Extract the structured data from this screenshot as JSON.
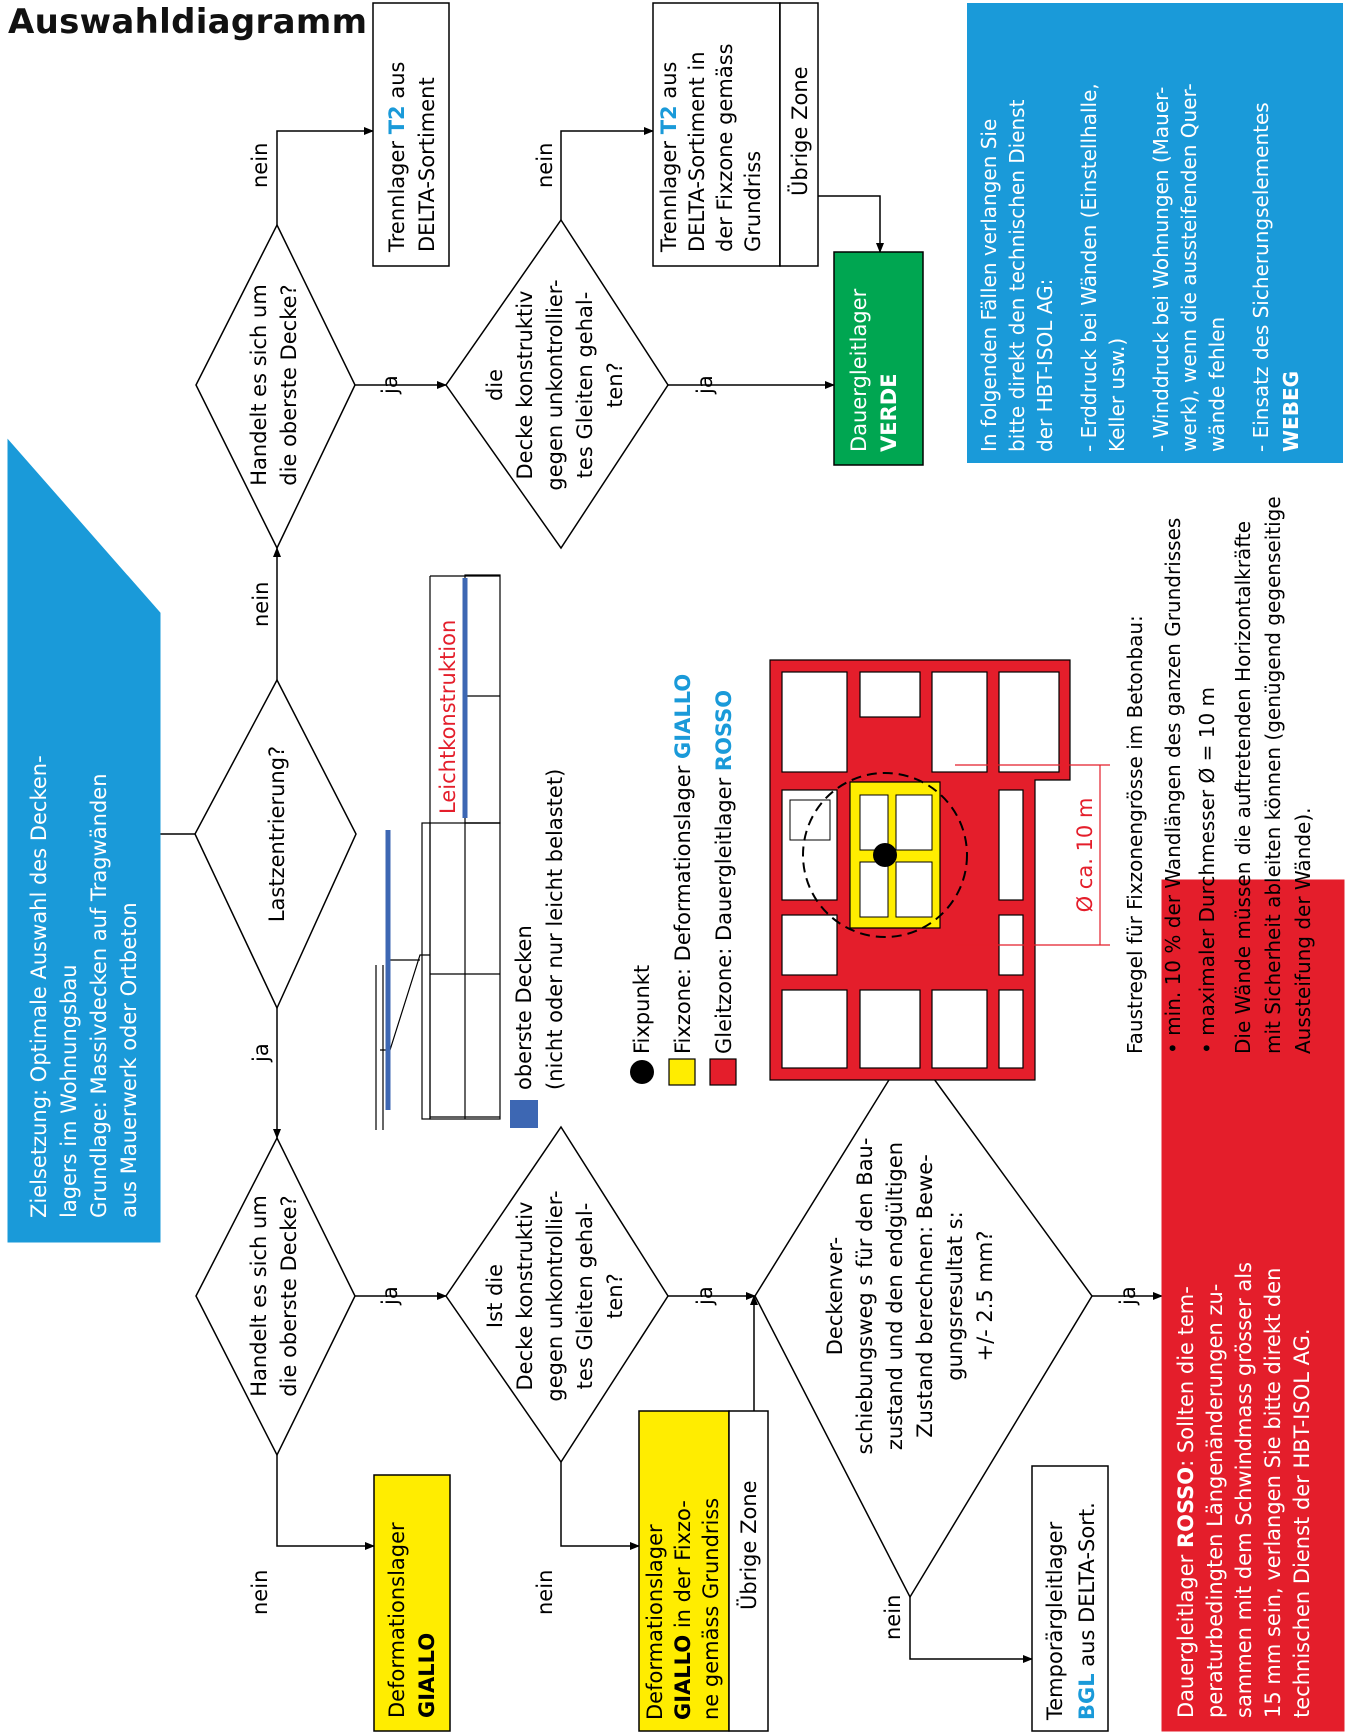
{
  "title": "Auswahldiagramm",
  "colors": {
    "blue": "#1a9ad9",
    "yellow": "#ffed00",
    "red": "#e41e2b",
    "green": "#00a651",
    "slab_blue": "#3d67b3",
    "accent": "#1a9ad9"
  },
  "start": {
    "lines": [
      "Zielsetzung: Optimale Auswahl des Decken-",
      "lagers im Wohnungsbau",
      "Grundlage: Massivdecken auf Tragwänden",
      "aus Mauerwerk oder Ortbeton"
    ]
  },
  "decision_load": {
    "text": "Lastzentrierung?"
  },
  "branch_left": {
    "q_top": {
      "lines": [
        "Handelt es sich um",
        "die oberste Decke?"
      ]
    },
    "q_slide": {
      "lines": [
        "Ist die",
        "Decke konstruktiv",
        "gegen unkontrollier-",
        "tes Gleiten gehal-",
        "ten?"
      ]
    },
    "q_calc": {
      "lines": [
        "Decken­ver-",
        "schiebungsweg s für den Bau-",
        "zustand und den endgültigen",
        "Zustand berechnen: Bewe-",
        "gungsresultat s:",
        "+/- 2.5 mm?"
      ]
    },
    "box_giallo": {
      "line1": "Deformationslager",
      "line2": "GIALLO"
    },
    "box_fix": {
      "l1": "Deformationslager",
      "l2a": "GIALLO",
      "l2b": " in der Fixzo-",
      "l3": "ne gemäss Grundriss",
      "l4": "Übrige Zone"
    },
    "box_bgl": {
      "line1": "Temporärgleitlager",
      "bold": "BGL",
      "rest": " aus DELTA-Sort."
    },
    "box_rosso": {
      "bold": "ROSSO",
      "lines": [
        "Dauergleitlager ",
        ": Sollten die tem-",
        "peraturbedingten Längenänderungen zu-",
        "sammen mit dem Schwindmass grösser als",
        "15 mm sein, verlangen Sie bitte direkt den",
        "technischen Dienst der HBT-ISOL AG."
      ]
    }
  },
  "branch_right": {
    "q_top": {
      "lines": [
        "Handelt es sich um",
        "die oberste Decke?"
      ]
    },
    "q_slide": {
      "lines": [
        "die",
        "Decke konstruktiv",
        "gegen unkontrollier-",
        "tes Gleiten gehal-",
        "ten?"
      ]
    },
    "box_t2": {
      "l1a": "Trennlager ",
      "l1b": "T2",
      "l1c": " aus",
      "l2": "DELTA-Sortiment"
    },
    "box_t2fix": {
      "l1a": "Trennlager ",
      "l1b": "T2",
      "l1c": " aus",
      "l2": "DELTA-Sortiment in",
      "l3": "der Fixzone gemäss",
      "l4": "Grundriss",
      "l5": "Übrige Zone"
    },
    "box_verde": {
      "line1": "Dauergleitlager",
      "line2": "VERDE"
    }
  },
  "labels": {
    "ja": "ja",
    "nein": "nein"
  },
  "legend": {
    "roof_top": "oberste Decken",
    "roof_sub": "(nicht oder nur leicht belastet)",
    "light": "Leichtkonstruktion",
    "fixpunkt": "Fixpunkt",
    "fixzone_a": "Fixzone: Deformationslager ",
    "fixzone_b": "GIALLO",
    "gleitzone_a": "Gleitzone: Dauergleitlager ",
    "gleitzone_b": "ROSSO",
    "diameter": "Ø ca. 10 m"
  },
  "rule": {
    "head": "Faustregel für Fixzonengrösse im Betonbau:",
    "b1": "• min. 10 % der Wandlängen des ganzen Grundrisses",
    "b2": "• maximaler Durchmesser Ø = 10 m",
    "p1": "Die Wände müssen die auftretenden Horizontalkräfte",
    "p2": "mit Sicherheit ableiten können (genügend gegenseitige",
    "p3": "Aussteifung der Wände)."
  },
  "info": {
    "lines": [
      "In folgenden Fällen verlangen Sie",
      "bitte direkt den technischen Dienst",
      "der HBT-ISOL AG:",
      "- Erddruck bei Wänden (Einstellhalle,",
      "  Keller usw.)",
      "- Winddruck bei Wohnungen (Mauer-",
      "  werk), wenn die aussteifenden Quer-",
      "  wände fehlen",
      "- Einsatz des Sicherungselementes"
    ],
    "bold": "WEBEG"
  }
}
